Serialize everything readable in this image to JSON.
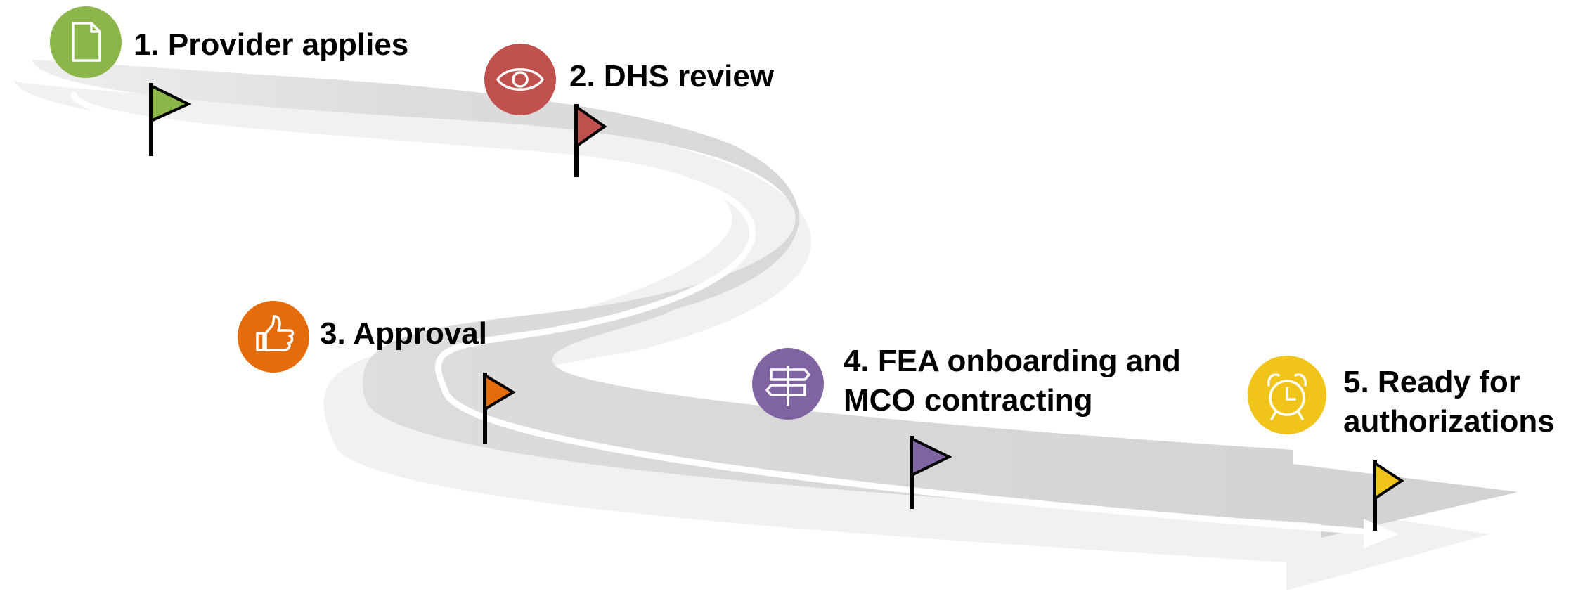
{
  "steps": [
    {
      "number": "1.",
      "label_lines": [
        "Provider applies"
      ],
      "color": "#8CB64A",
      "icon": "document-icon"
    },
    {
      "number": "2.",
      "label_lines": [
        "DHS review"
      ],
      "color": "#C0504D",
      "icon": "eye-icon"
    },
    {
      "number": "3.",
      "label_lines": [
        "Approval"
      ],
      "color": "#E46C0A",
      "icon": "thumbs-up-icon"
    },
    {
      "number": "4.",
      "label_lines": [
        "FEA onboarding and",
        "MCO contracting"
      ],
      "color": "#8064A2",
      "icon": "signpost-icon"
    },
    {
      "number": "5.",
      "label_lines": [
        "Ready for",
        "authorizations"
      ],
      "color": "#F0C419",
      "icon": "alarm-clock-icon"
    }
  ],
  "road": {
    "road_color": "#D9D9D9",
    "shadow_color": "#EDEDED",
    "path_line_color": "#FFFFFF"
  }
}
